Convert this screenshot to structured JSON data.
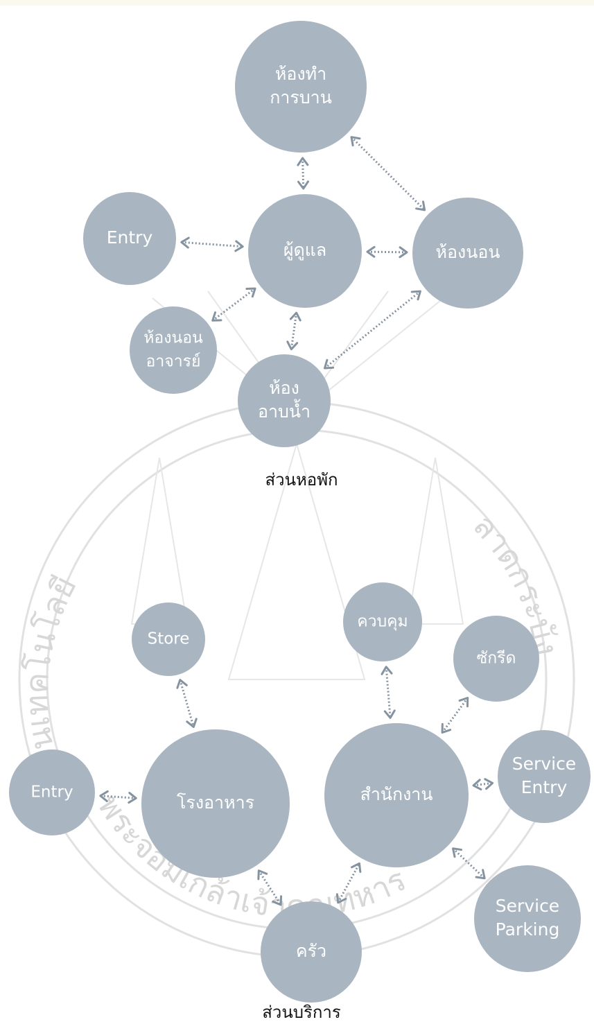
{
  "sections": [
    {
      "caption": "ส่วนหอพัก",
      "nodes": [
        {
          "id": "housework",
          "label": [
            "ห้องทำ",
            "การบาน"
          ]
        },
        {
          "id": "entry",
          "label": [
            "Entry"
          ]
        },
        {
          "id": "caretaker",
          "label": [
            "ผู้ดูแล"
          ]
        },
        {
          "id": "bedroom",
          "label": [
            "ห้องนอน"
          ]
        },
        {
          "id": "teacher-bedroom",
          "label": [
            "ห้องนอน",
            "อาจารย์"
          ]
        },
        {
          "id": "bathroom",
          "label": [
            "ห้อง",
            "อาบน้ำ"
          ]
        }
      ]
    },
    {
      "caption": "ส่วนบริการ",
      "nodes": [
        {
          "id": "store",
          "label": [
            "Store"
          ]
        },
        {
          "id": "control",
          "label": [
            "ควบคุม"
          ]
        },
        {
          "id": "laundry",
          "label": [
            "ซักรีด"
          ]
        },
        {
          "id": "entry2",
          "label": [
            "Entry"
          ]
        },
        {
          "id": "canteen",
          "label": [
            "โรงอาหาร"
          ]
        },
        {
          "id": "office",
          "label": [
            "สำนักงาน"
          ]
        },
        {
          "id": "service-entry",
          "label": [
            "Service",
            "Entry"
          ]
        },
        {
          "id": "service-parking",
          "label": [
            "Service",
            "Parking"
          ]
        },
        {
          "id": "kitchen",
          "label": [
            "ครัว"
          ]
        }
      ]
    }
  ],
  "edges": [
    [
      "housework",
      "caretaker"
    ],
    [
      "housework",
      "bedroom"
    ],
    [
      "entry",
      "caretaker"
    ],
    [
      "caretaker",
      "bedroom"
    ],
    [
      "caretaker",
      "teacher-bedroom"
    ],
    [
      "caretaker",
      "bathroom"
    ],
    [
      "bedroom",
      "bathroom"
    ],
    [
      "store",
      "canteen"
    ],
    [
      "control",
      "office"
    ],
    [
      "laundry",
      "office"
    ],
    [
      "entry2",
      "canteen"
    ],
    [
      "office",
      "service-entry"
    ],
    [
      "office",
      "service-parking"
    ],
    [
      "canteen",
      "kitchen"
    ],
    [
      "kitchen",
      "office"
    ]
  ],
  "watermark": {
    "left": "สถาบันเทคโนโลยี",
    "bottom": "พระจอมเกล้าเจ้าคุณทหาร",
    "right": "ลาดกระบัง"
  },
  "colors": {
    "node_fill": "#a9b5c0",
    "edge": "#8593a0",
    "node_text": "#ffffff"
  }
}
